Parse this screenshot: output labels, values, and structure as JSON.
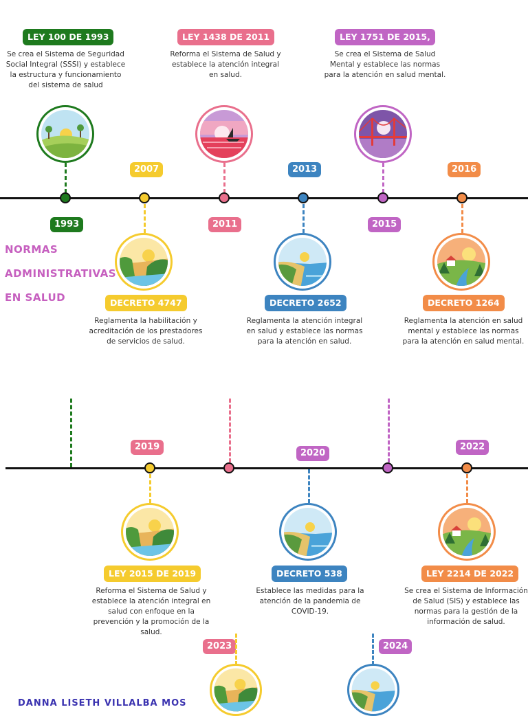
{
  "side_title": [
    "NORMAS",
    "ADMINISTRATIVAS",
    "EN SALUD"
  ],
  "colors": {
    "green": "#1e7a1e",
    "yellow": "#f5cb2e",
    "pink": "#e96f8c",
    "blue": "#3d84c0",
    "purple": "#c065c4",
    "orange": "#f28c48"
  },
  "top_events": [
    {
      "title": "LEY 100 DE 1993",
      "desc": "Se crea el Sistema de Seguridad Social Integral (SSSI) y establece la estructura y funcionamiento del sistema de salud",
      "year": "1993",
      "color": "#1e7a1e",
      "icon": "meadow-landscape-icon"
    },
    {
      "title": "DECRETO 4747",
      "desc": "Reglamenta la habilitación y acreditación de los prestadores de servicios de salud.",
      "year": "2007",
      "color": "#f5cb2e",
      "icon": "cliff-landscape-icon"
    },
    {
      "title": "LEY 1438 DE 2011",
      "desc": "Reforma el Sistema de Salud y establece la atención integral en salud.",
      "year": "2011",
      "color": "#e96f8c",
      "icon": "sunset-sailboat-icon"
    },
    {
      "title": "DECRETO 2652",
      "desc": "Reglamenta la atención integral en salud y establece las normas para la atención en salud.",
      "year": "2013",
      "color": "#3d84c0",
      "icon": "beach-landscape-icon"
    },
    {
      "title": "LEY 1751 DE 2015,",
      "desc": "Se crea el Sistema de Salud Mental y establece las normas para la atención en salud mental.",
      "year": "2015",
      "color": "#c065c4",
      "icon": "bridge-night-icon"
    },
    {
      "title": "DECRETO 1264",
      "desc": "Reglamenta la atención en salud mental y establece las normas para la atención en salud mental.",
      "year": "2016",
      "color": "#f28c48",
      "icon": "river-house-icon"
    }
  ],
  "bottom_events": [
    {
      "title": "LEY 2015 DE 2019",
      "desc": "Reforma el Sistema de Salud y establece la atención integral en salud con enfoque en la prevención y la promoción de la salud.",
      "year": "2019",
      "color": "#f5cb2e",
      "year_color": "#e96f8c",
      "icon": "cliff-landscape-icon"
    },
    {
      "title": "DECRETO 538",
      "desc": "Establece las medidas para la atención de la pandemia de COVID-19.",
      "year": "2020",
      "color": "#3d84c0",
      "year_color": "#c065c4",
      "icon": "beach-landscape-icon"
    },
    {
      "title": "LEY 2214 DE 2022",
      "desc": "Se crea el Sistema de Información de Salud (SIS) y establece las normas para la gestión de la información de salud.",
      "year": "2022",
      "color": "#f28c48",
      "year_color": "#c065c4",
      "icon": "river-house-icon"
    }
  ],
  "extra_years": [
    {
      "year": "2023",
      "color": "#e96f8c"
    },
    {
      "year": "2024",
      "color": "#c065c4"
    }
  ],
  "footer_name": "DANNA LISETH VILLALBA MOS"
}
